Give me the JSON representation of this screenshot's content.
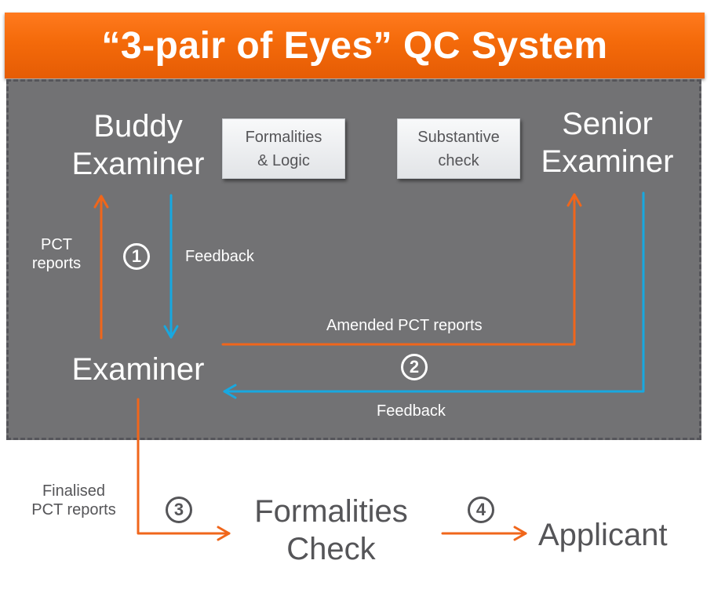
{
  "title": "“3-pair of Eyes” QC System",
  "colors": {
    "banner": "#f46a0a",
    "panel": "#727274",
    "orange_arrow": "#f0661b",
    "blue_arrow": "#18a8e0",
    "dark_text": "#555558"
  },
  "nodes": {
    "buddy_examiner": [
      "Buddy",
      "Examiner"
    ],
    "senior_examiner": [
      "Senior",
      "Examiner"
    ],
    "examiner": "Examiner",
    "formalities_check": [
      "Formalities",
      "Check"
    ],
    "applicant": "Applicant"
  },
  "boxes": {
    "formalities_logic": [
      "Formalities",
      "& Logic"
    ],
    "substantive_check": [
      "Substantive",
      "check"
    ]
  },
  "edge_labels": {
    "pct_reports": [
      "PCT",
      "reports"
    ],
    "feedback_1": "Feedback",
    "amended_pct_reports": "Amended PCT reports",
    "feedback_2": "Feedback",
    "finalised_pct_reports": [
      "Finalised",
      "PCT reports"
    ]
  },
  "steps": [
    "1",
    "2",
    "3",
    "4"
  ],
  "icons": {
    "arrow_up": "up-arrow",
    "arrow_down": "down-arrow",
    "arrow_left": "left-arrow",
    "arrow_right": "right-arrow"
  }
}
